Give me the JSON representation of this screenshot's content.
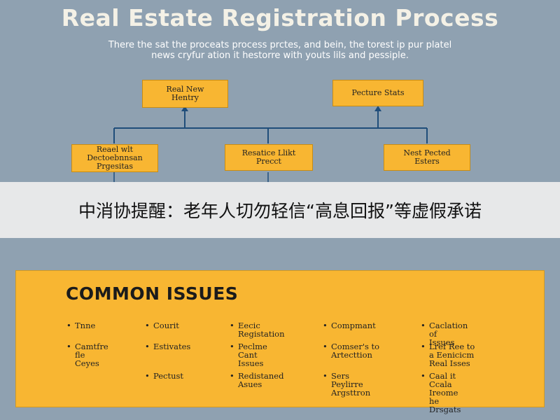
{
  "title": "Real Estate Registration Process",
  "subtitle": "There the sat the proceats process prctes, and bein, the torest ip pur platel\nnews cryfur ation it hestorre with youts lils and pessiple.",
  "flow": {
    "top_nodes": [
      {
        "label": "Real New\nHentry"
      },
      {
        "label": "Pecture Stats"
      }
    ],
    "bottom_nodes": [
      {
        "label": "Reael wlt\nDectoebnnsan\nPrgesitas"
      },
      {
        "label": "Resatice Llikt\nPrecct"
      },
      {
        "label": "Nest Pected\nEsters"
      }
    ]
  },
  "banner": {
    "text": "中消协提醒：老年人切勿轻信“高息回报”等虚假承诺"
  },
  "issues": {
    "title": "COMMON ISSUES",
    "bullet": "•",
    "columns": [
      [
        "Tnne",
        "Camtfre fle\nCeyes"
      ],
      [
        "Courit",
        "Estivates",
        "Pectust"
      ],
      [
        "Eecic\nRegistation",
        "Peclme Cant\nIssues",
        "Redistaned\nAsues"
      ],
      [
        "Compmant",
        "Comser's to\nArtecttion",
        "Sers Peylirre\nArgsttron"
      ],
      [
        "Caclation of\nIssues",
        "Lref Ree to\na Eenicicm\nReal Isses",
        "Caal it Ccala\nIreome he\nDrsgats"
      ]
    ]
  },
  "colors": {
    "background": "#8fa1b1",
    "node_fill": "#f8b632",
    "connector": "#1f4d7a",
    "banner_bg": "#ececec"
  }
}
